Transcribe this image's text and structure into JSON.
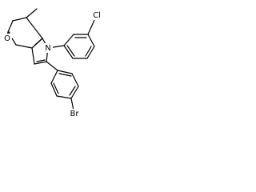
{
  "molecule": {
    "atoms": {
      "oxygen": "O",
      "nitrogen": "N",
      "chlorine": "Cl",
      "bromine": "Br"
    }
  }
}
